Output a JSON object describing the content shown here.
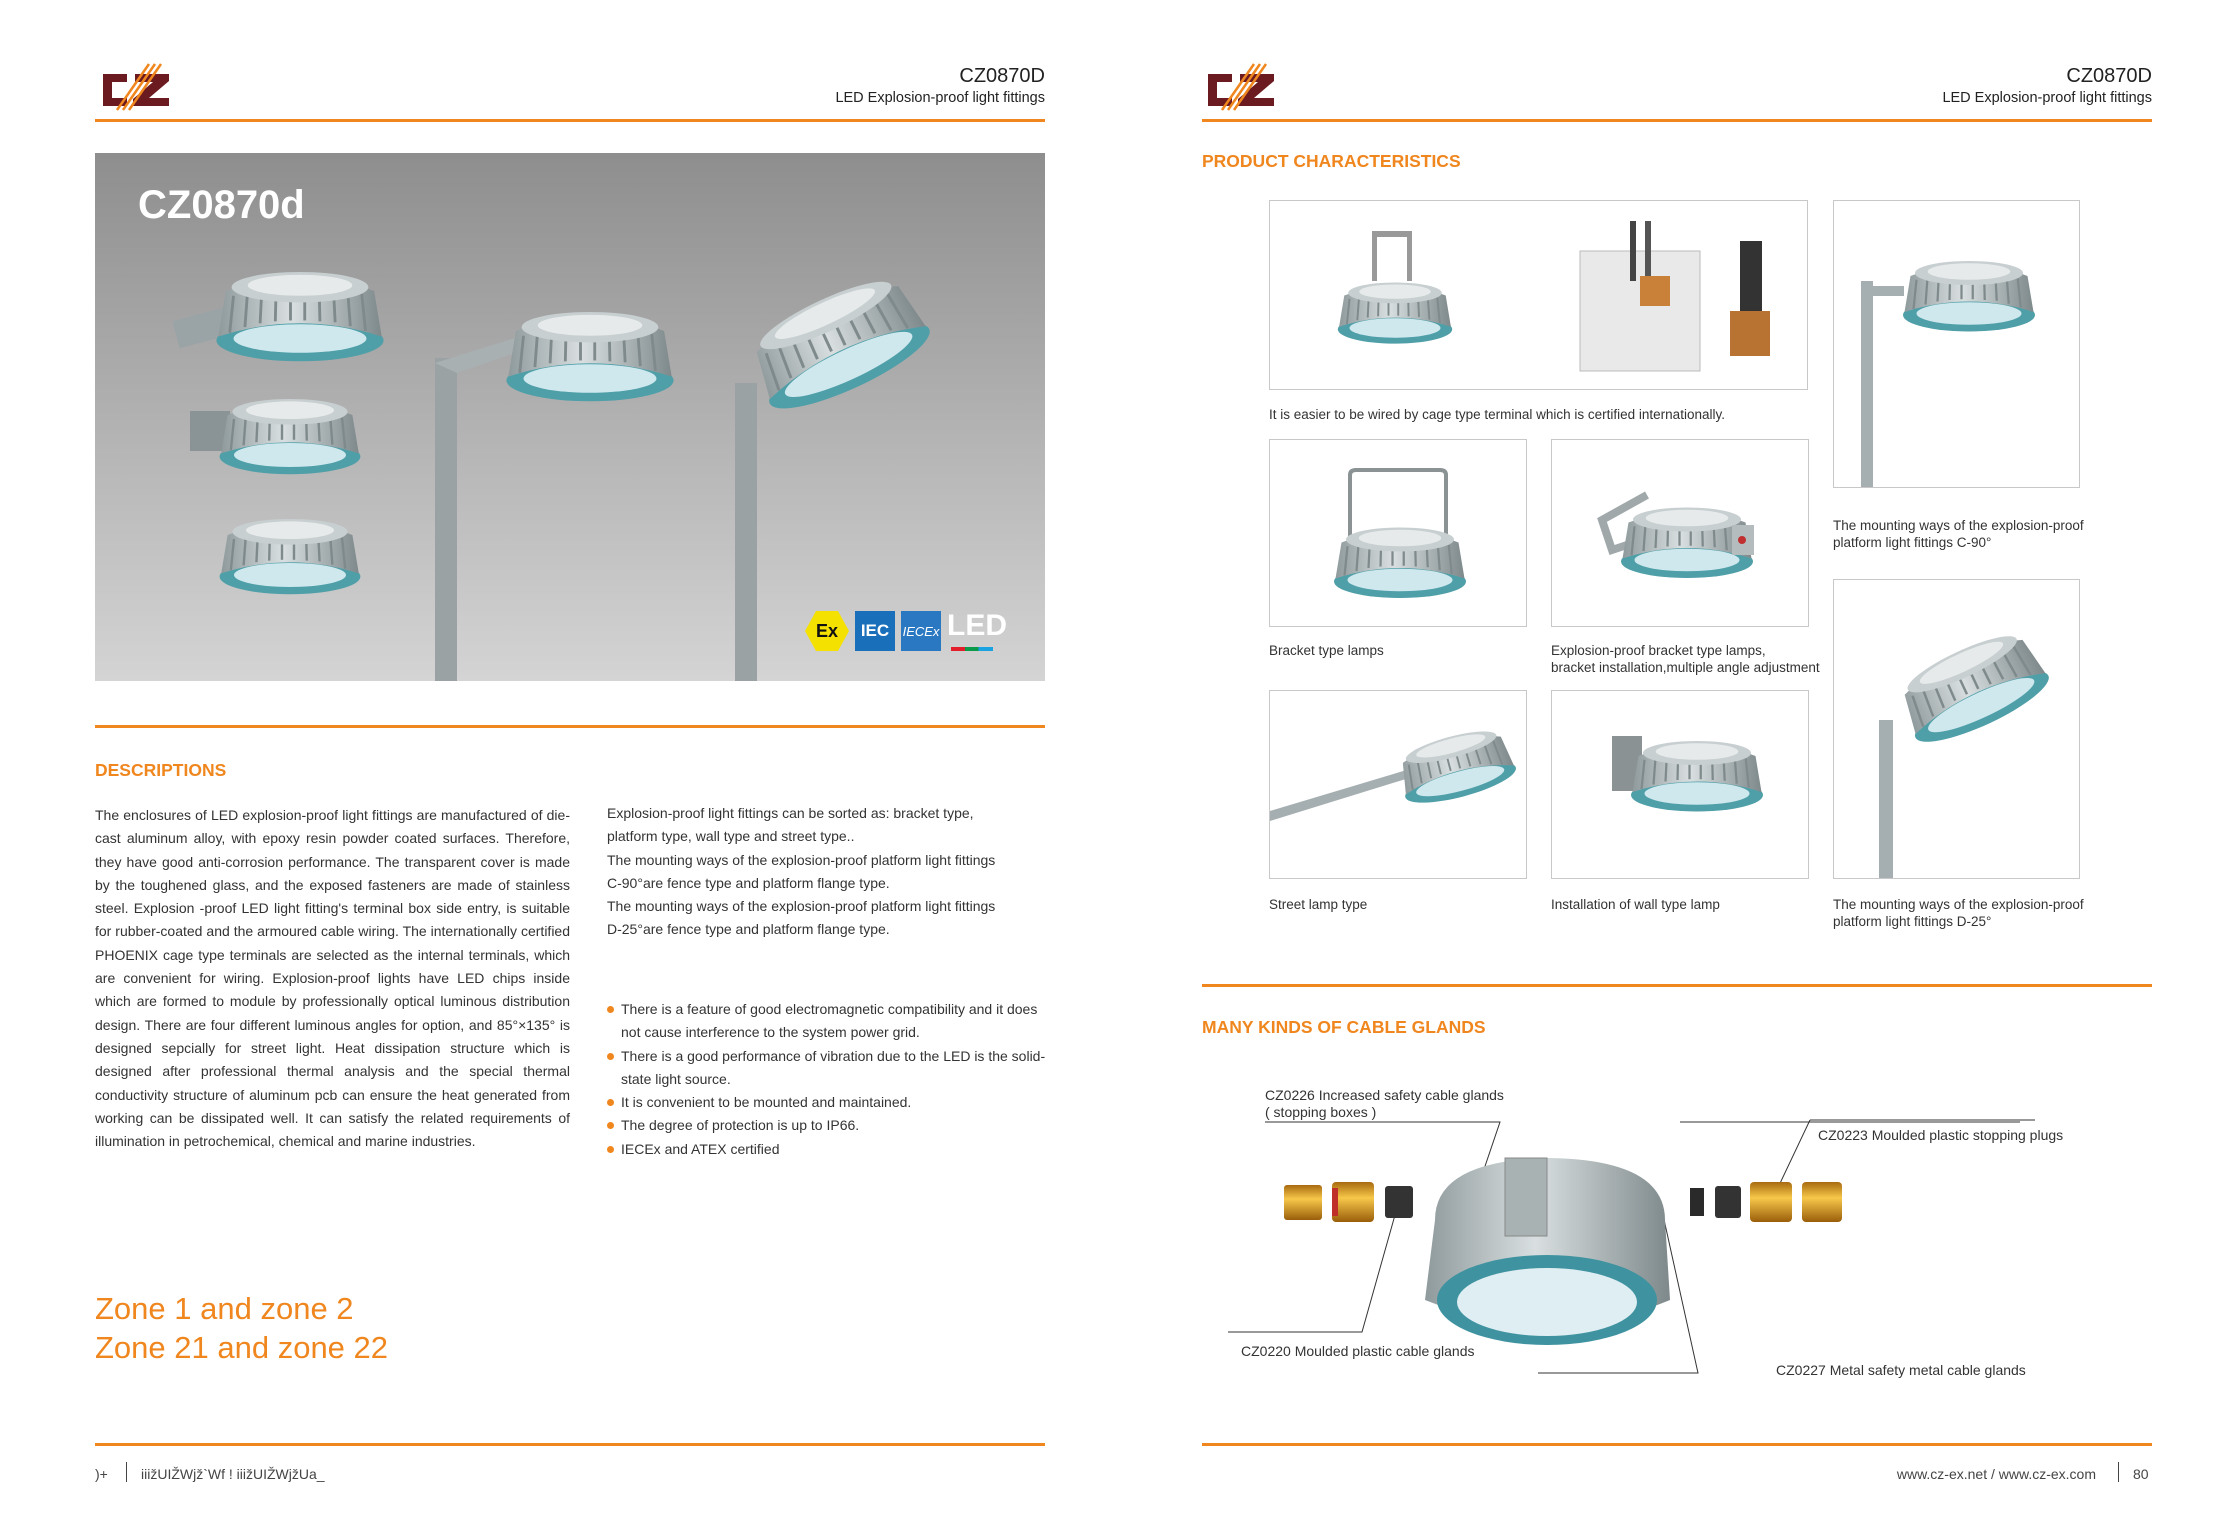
{
  "header": {
    "model": "CZ0870D",
    "subtitle": "LED Explosion-proof light fittings",
    "logo_text": "CZ"
  },
  "left_page": {
    "hero": {
      "title": "CZ0870d",
      "cert_logos": [
        "Ex",
        "IEC",
        "IECEx",
        "LED"
      ]
    },
    "descriptions": {
      "heading": "DESCRIPTIONS",
      "paragraph": "The enclosures of LED explosion-proof light fittings are manufactured of die-cast aluminum alloy, with epoxy resin powder coated surfaces. Therefore, they have good anti-corrosion performance. The transparent cover is made by the toughened glass, and the exposed fasteners are made of stainless steel. Explosion -proof LED light fitting's terminal box side entry, is suitable for rubber-coated and the armoured cable wiring. The internationally certified PHOENIX cage type terminals are selected as the internal terminals, which are convenient for wiring. Explosion-proof lights have LED chips inside which are formed to module by professionally optical luminous distribution design. There are four different luminous angles for option, and 85°×135° is designed sepcially for street light. Heat dissipation structure which is designed after professional thermal analysis and the special thermal conductivity structure of aluminum pcb can ensure the heat generated from working can be dissipated well. It can satisfy the related requirements of illumination in petrochemical, chemical and marine industries.",
      "side_lines": [
        "Explosion-proof light fittings can be sorted as: bracket type,",
        "platform type,  wall type and street type..",
        "The mounting ways of the explosion-proof platform light fittings",
        "C-90°are fence type and platform flange type.",
        "The mounting ways of the explosion-proof platform light fittings",
        "D-25°are fence type and platform flange type."
      ],
      "bullets": [
        "There is a feature of good electromagnetic compatibility and it does not cause interference to the system power grid.",
        "There is a good performance of vibration due to the LED is the solid-state light source.",
        "It is convenient to be mounted and maintained.",
        "The degree of protection is up to IP66.",
        "IECEx and ATEX certified"
      ]
    },
    "zones": [
      "Zone 1 and zone 2",
      "Zone 21 and zone 22"
    ],
    "footer": {
      "page": ")+",
      "text": "iiižUIŽWjž`Wf ! iiižUIŽWjžUa_"
    }
  },
  "right_page": {
    "characteristics": {
      "heading": "PRODUCT CHARACTERISTICS",
      "captions": {
        "terminal": "It is easier to be wired by cage type terminal which is certified internationally.",
        "c90": [
          "The mounting ways of the explosion-proof",
          "platform light fittings C-90°"
        ],
        "bracket": "Bracket type lamps",
        "bracket_adj": [
          "Explosion-proof bracket type lamps,",
          "bracket installation,multiple angle adjustment"
        ],
        "d25": [
          "The mounting ways of the explosion-proof",
          "platform light fittings D-25°"
        ],
        "street": "Street lamp type",
        "wall": "Installation of wall type lamp"
      }
    },
    "glands": {
      "heading": "MANY KINDS OF CABLE GLANDS",
      "labels": {
        "cz0226": [
          "CZ0226 Increased safety cable glands",
          "( stopping boxes )"
        ],
        "cz0223": "CZ0223 Moulded plastic stopping plugs",
        "cz0220": "CZ0220 Moulded plastic cable glands",
        "cz0227": "CZ0227 Metal safety metal cable glands"
      }
    },
    "footer": {
      "website": "www.cz-ex.net / www.cz-ex.com",
      "page": "80"
    }
  },
  "colors": {
    "accent": "#f0861e",
    "logo_dark": "#6b1a1f",
    "hero_bg": "#a9a9a9"
  }
}
